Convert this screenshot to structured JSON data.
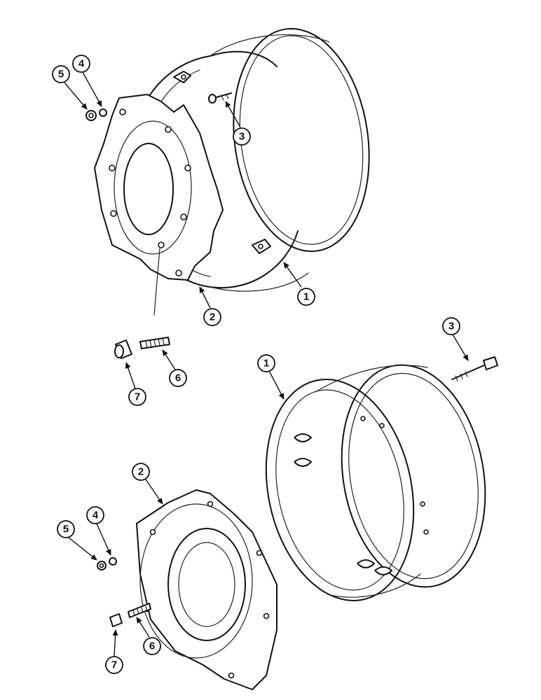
{
  "callouts": [
    {
      "id": "c5-top",
      "label": "5"
    },
    {
      "id": "c4-top",
      "label": "4"
    },
    {
      "id": "c3-top",
      "label": "3"
    },
    {
      "id": "c1-top",
      "label": "1"
    },
    {
      "id": "c2-top",
      "label": "2"
    },
    {
      "id": "c6-top",
      "label": "6"
    },
    {
      "id": "c7-top",
      "label": "7"
    },
    {
      "id": "c3-right",
      "label": "3"
    },
    {
      "id": "c1-bottom",
      "label": "1"
    },
    {
      "id": "c2-bottom",
      "label": "2"
    },
    {
      "id": "c4-bottom",
      "label": "4"
    },
    {
      "id": "c5-bottom",
      "label": "5"
    },
    {
      "id": "c6-bottom",
      "label": "6"
    },
    {
      "id": "c7-bottom",
      "label": "7"
    }
  ]
}
